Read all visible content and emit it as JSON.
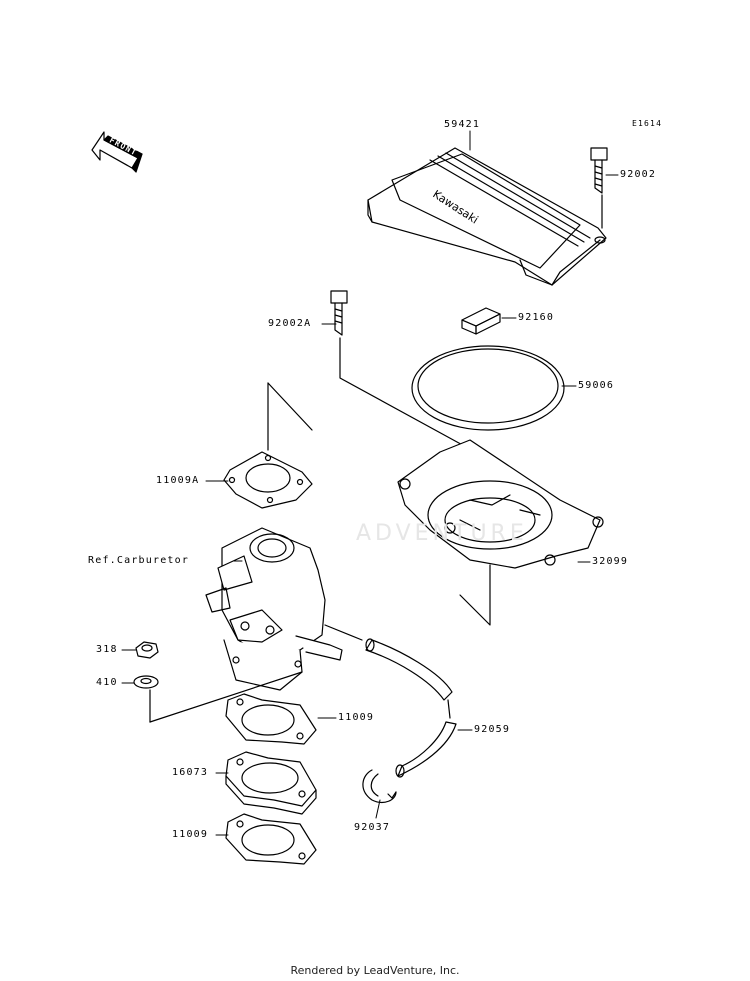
{
  "diagram_code": "E1614",
  "front_label": "FRONT",
  "watermark": "ADVENTURE",
  "parts": [
    {
      "key": "p59421",
      "number": "59421"
    },
    {
      "key": "p92002",
      "number": "92002"
    },
    {
      "key": "p92002A",
      "number": "92002A"
    },
    {
      "key": "p92160",
      "number": "92160"
    },
    {
      "key": "p59006",
      "number": "59006"
    },
    {
      "key": "p11009A",
      "number": "11009A"
    },
    {
      "key": "pRefCarb",
      "number": "Ref.Carburetor"
    },
    {
      "key": "p32099",
      "number": "32099"
    },
    {
      "key": "p318",
      "number": "318"
    },
    {
      "key": "p410",
      "number": "410"
    },
    {
      "key": "p11009a",
      "number": "11009"
    },
    {
      "key": "p92059",
      "number": "92059"
    },
    {
      "key": "p16073",
      "number": "16073"
    },
    {
      "key": "p92037",
      "number": "92037"
    },
    {
      "key": "p11009b",
      "number": "11009"
    }
  ],
  "footer": "Rendered by LeadVenture, Inc.",
  "colors": {
    "line": "#000000",
    "background": "#ffffff",
    "watermark": "#e6e6e6"
  }
}
